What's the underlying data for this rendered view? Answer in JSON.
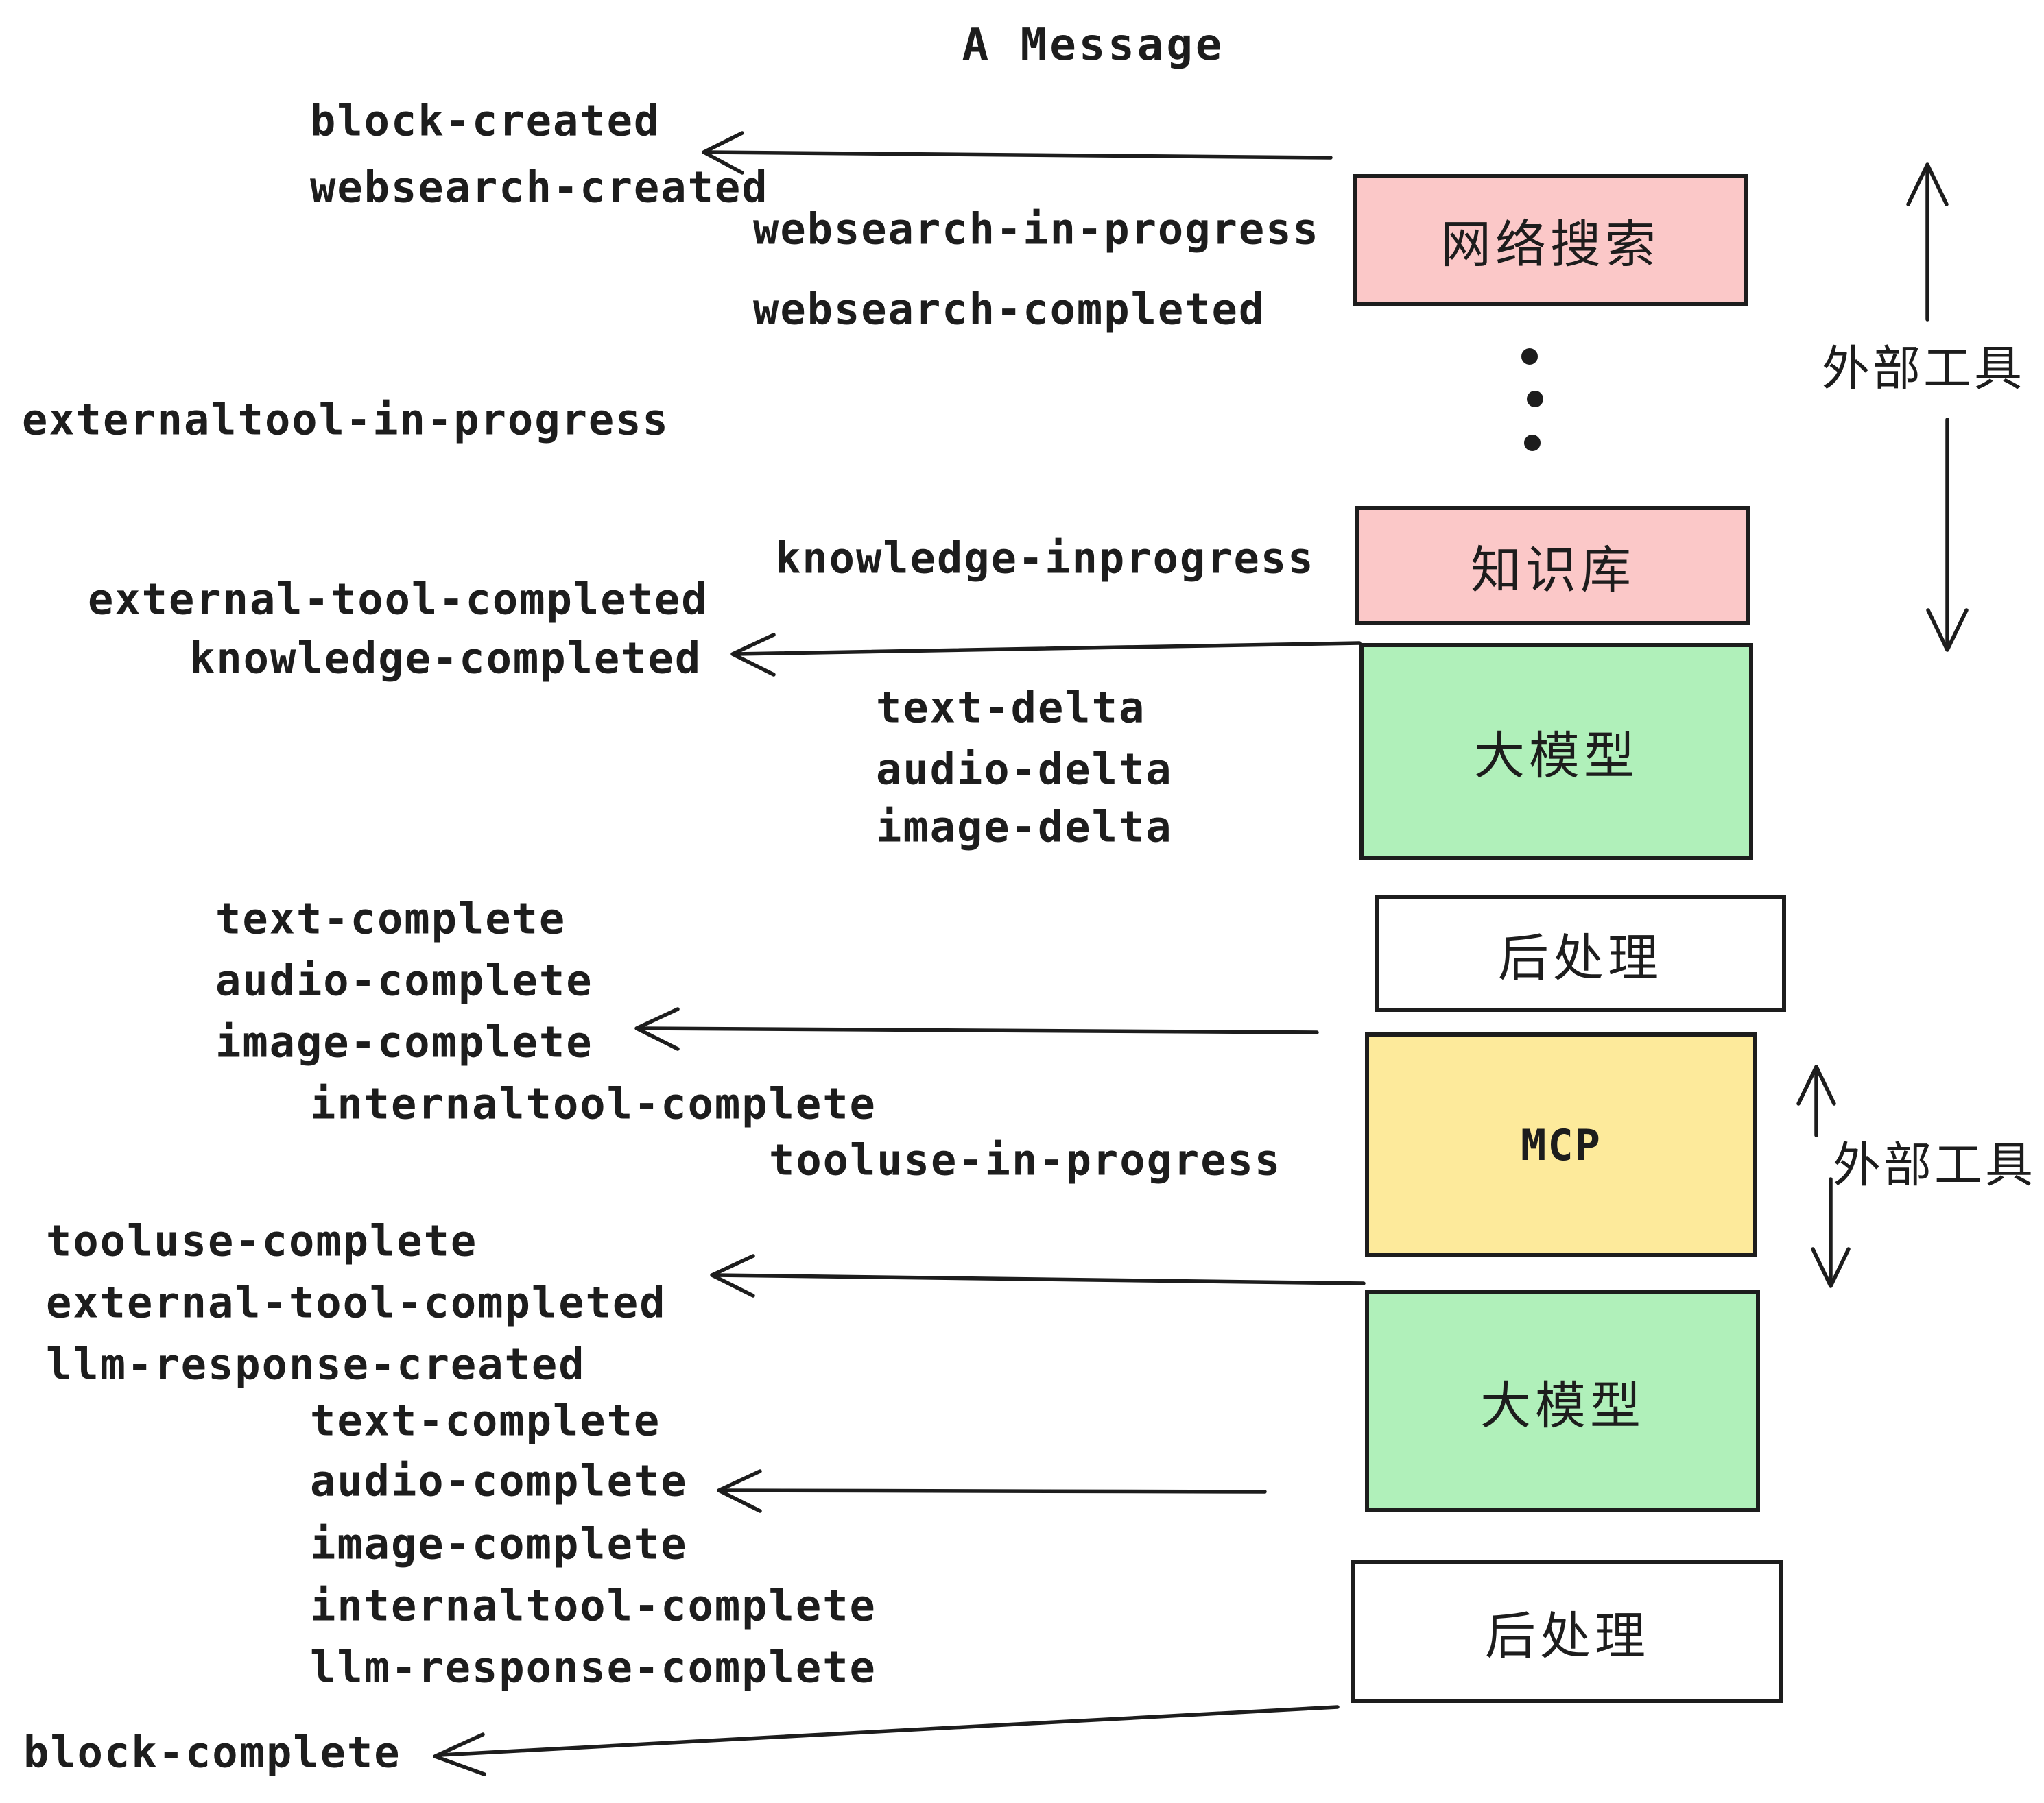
{
  "title": "A Message",
  "colors": {
    "box_pink": "#FBC8C8",
    "box_green": "#B0F0BA",
    "box_yellow": "#FDEA9B",
    "box_white": "#FFFFFF",
    "stroke": "#1D1D1D",
    "background": "#FFFFFF"
  },
  "boxes": {
    "websearch": {
      "label": "网络搜索",
      "color": "#FBC8C8"
    },
    "knowledge": {
      "label": "知识库",
      "color": "#FBC8C8"
    },
    "llm_top": {
      "label": "大模型",
      "color": "#B0F0BA"
    },
    "post_top": {
      "label": "后处理",
      "color": "#FFFFFF"
    },
    "mcp": {
      "label": "MCP",
      "color": "#FDEA9B"
    },
    "llm_bottom": {
      "label": "大模型",
      "color": "#B0F0BA"
    },
    "post_bottom": {
      "label": "后处理",
      "color": "#FFFFFF"
    }
  },
  "annotations": {
    "external_tools_top": "外部工具",
    "external_tools_bottom": "外部工具"
  },
  "events": {
    "block_created": "block-created",
    "websearch_created": "websearch-created",
    "websearch_in_progress": "websearch-in-progress",
    "websearch_completed": "websearch-completed",
    "externaltool_in_progress": "externaltool-in-progress",
    "knowledge_inprogress": "knowledge-inprogress",
    "external_tool_completed": "external-tool-completed",
    "knowledge_completed": "knowledge-completed",
    "text_delta_1": "text-delta",
    "audio_delta_1": "audio-delta",
    "image_delta_1": "image-delta",
    "text_complete_1": "text-complete",
    "audio_complete_1": "audio-complete",
    "image_complete_1": "image-complete",
    "internaltool_complete_1": "internaltool-complete",
    "tooluse_in_progress": "tooluse-in-progress",
    "tooluse_complete": "tooluse-complete",
    "external_tool_completed_2": "external-tool-completed",
    "llm_response_created": "llm-response-created",
    "text_complete_2": "text-complete",
    "audio_complete_2": "audio-complete",
    "image_complete_2": "image-complete",
    "internaltool_complete_2": "internaltool-complete",
    "llm_response_complete": "llm-response-complete",
    "block_complete": "block-complete"
  }
}
